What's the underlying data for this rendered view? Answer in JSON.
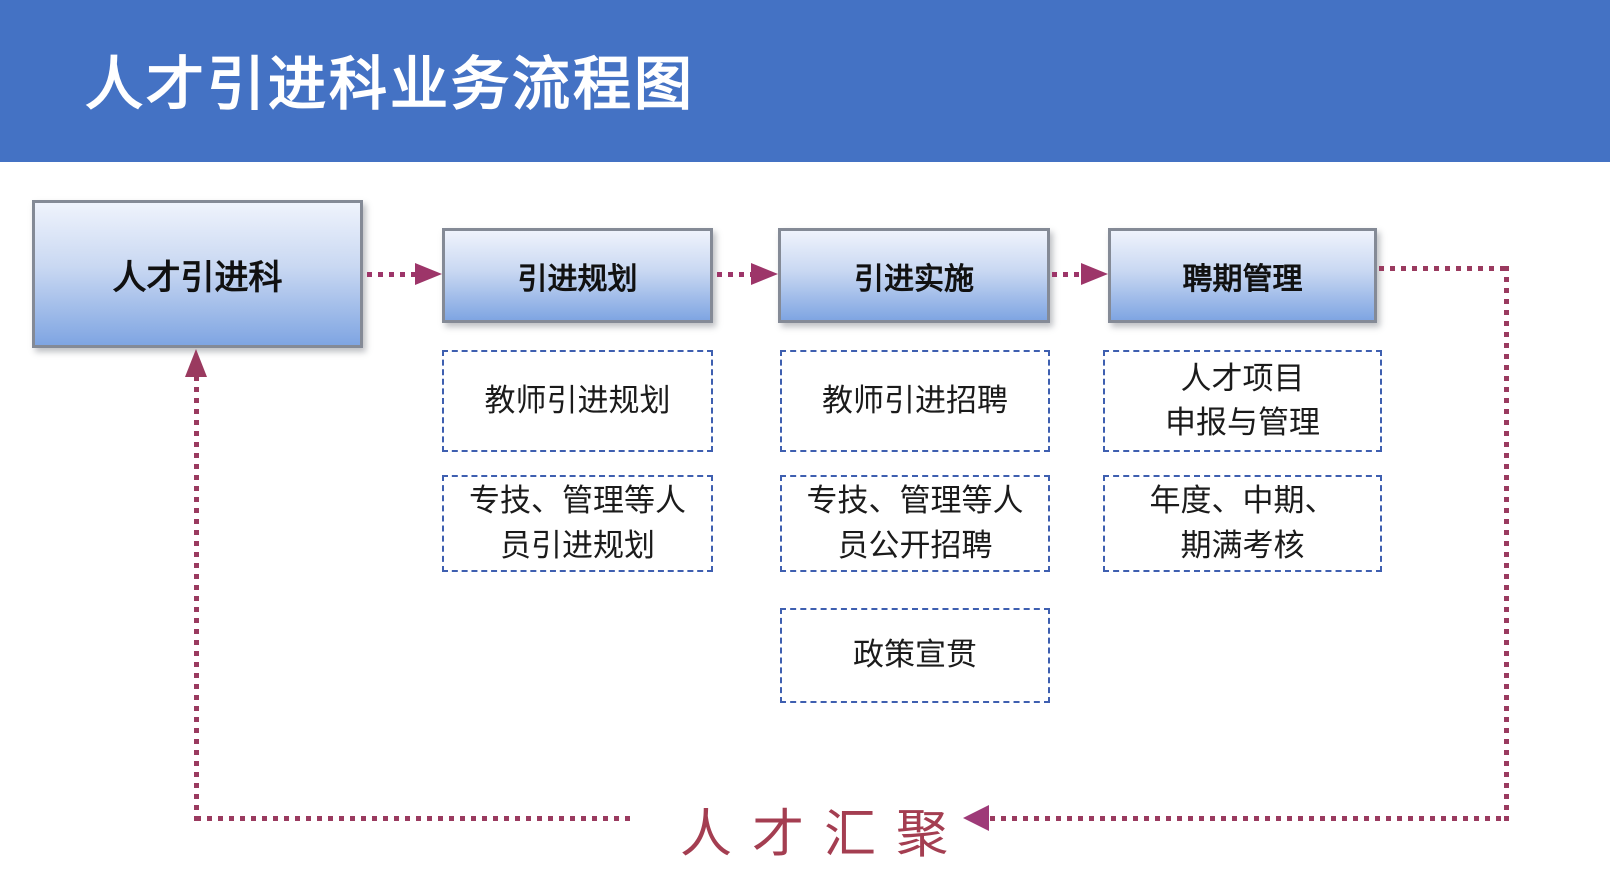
{
  "header": {
    "title": "人才引进科业务流程图"
  },
  "flow": {
    "root": {
      "label": "人才引进科"
    },
    "stages": [
      {
        "label": "引进规划",
        "items": [
          {
            "label": "教师引进规划"
          },
          {
            "label": "专技、管理等人\n员引进规划"
          }
        ]
      },
      {
        "label": "引进实施",
        "items": [
          {
            "label": "教师引进招聘"
          },
          {
            "label": "专技、管理等人\n员公开招聘"
          },
          {
            "label": "政策宣贯"
          }
        ]
      },
      {
        "label": "聘期管理",
        "items": [
          {
            "label": "人才项目\n申报与管理"
          },
          {
            "label": "年度、中期、\n期满考核"
          }
        ]
      }
    ]
  },
  "footer": {
    "loop_label": "人才汇聚"
  },
  "colors": {
    "header_bg": "#4472C4",
    "header_text": "#FFFFFF",
    "box_border": "#848A96",
    "box_text": "#111111",
    "box_grad_top": "#EFF3FC",
    "box_grad_mid": "#C9D8F2",
    "box_grad_bottom": "#7FA5E2",
    "dashed_border": "#3E5FB0",
    "dashed_text": "#1B1B1B",
    "arrow": "#9D3569",
    "loop": "#9A3A5F",
    "loop_arrowhead": "#9E3A78",
    "loop_label": "#A43E51"
  }
}
